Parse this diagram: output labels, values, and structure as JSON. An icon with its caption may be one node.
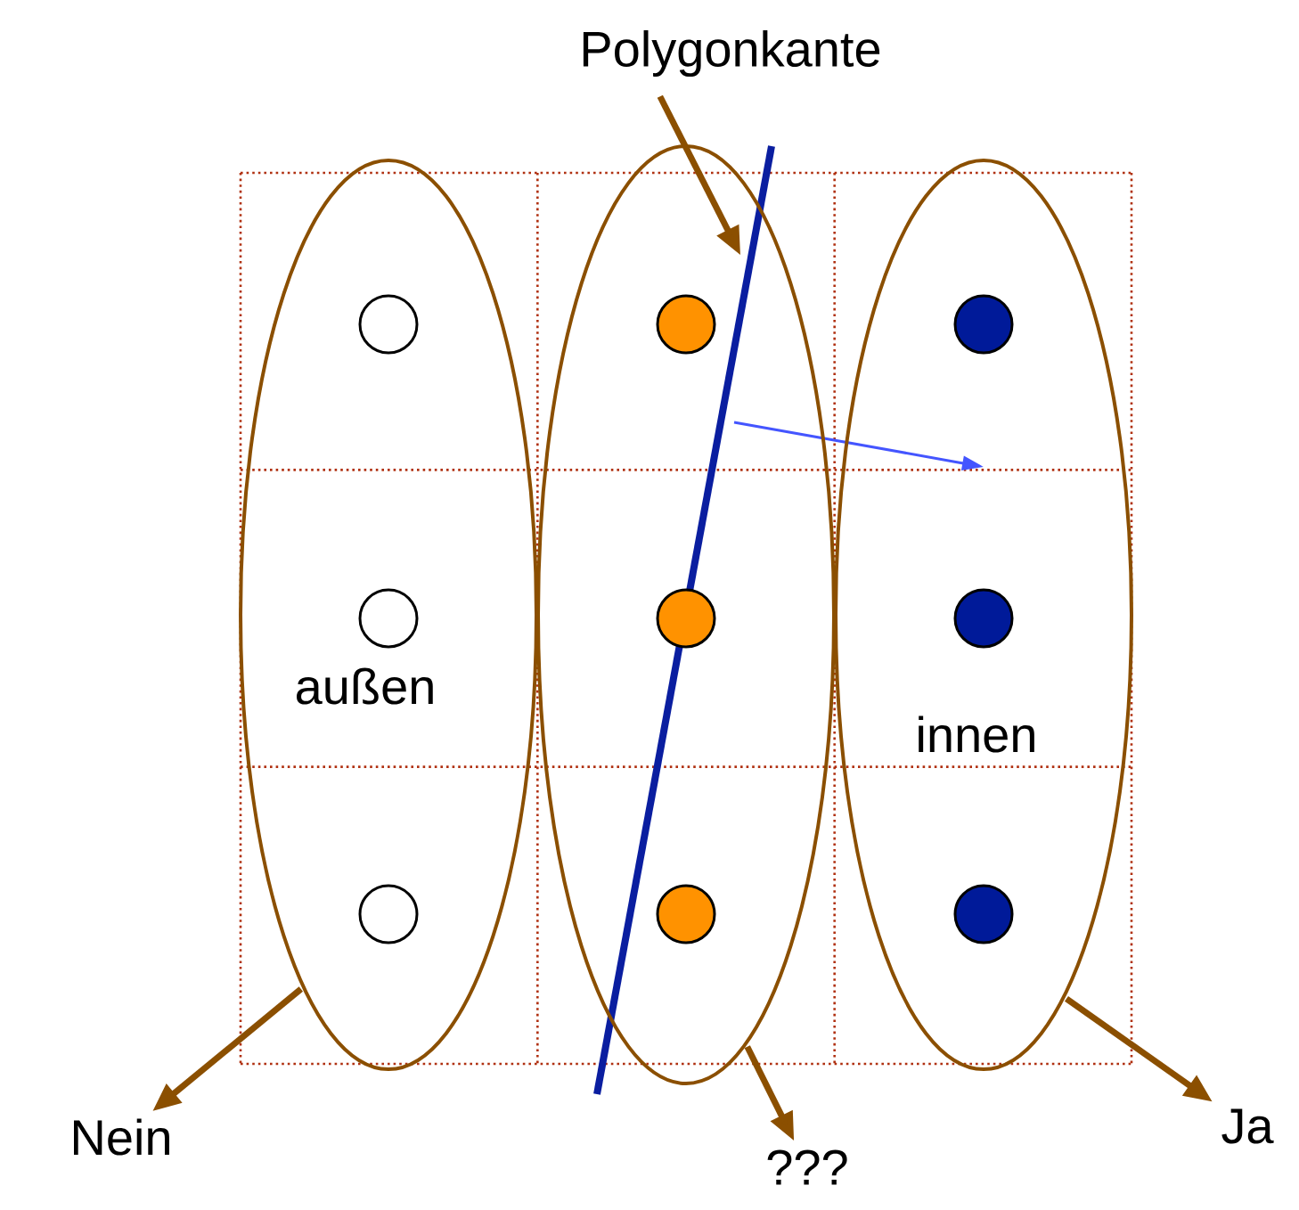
{
  "diagram": {
    "nodes": [
      {
        "text": [
          "außen"
        ]
      },
      {
        "text": [],
        "shape": "ellipse"
      },
      {
        "text": [
          "innen"
        ]
      },
      {
        "text": [],
        "shape": "circle",
        "in": 0
      },
      {
        "text": [],
        "shape": "circle",
        "in": 1
      },
      {
        "text": [],
        "shape": "circle",
        "in": 2
      },
      {
        "text": [],
        "shape": "circle",
        "in": 0
      },
      {
        "text": [],
        "shape": "circle",
        "in": 1
      },
      {
        "text": [],
        "shape": "circle",
        "in": 2
      },
      {
        "text": [],
        "shape": "circle",
        "in": 0
      },
      {
        "text": [],
        "shape": "circle",
        "in": 1
      },
      {
        "text": [],
        "shape": "circle",
        "in": 2
      },
      {
        "text": [
          "Polygonkante"
        ]
      },
      {
        "text": [
          "Nein"
        ]
      },
      {
        "text": [
          "???"
        ]
      },
      {
        "text": [
          "Ja"
        ]
      }
    ],
    "edges": [
      {
        "from": 12,
        "to": null,
        "arrow": "to"
      },
      {
        "from": 0,
        "to": 13,
        "arrow": "to"
      },
      {
        "from": 1,
        "to": 14,
        "arrow": "to"
      },
      {
        "from": 2,
        "to": 15,
        "arrow": "to"
      }
    ]
  }
}
